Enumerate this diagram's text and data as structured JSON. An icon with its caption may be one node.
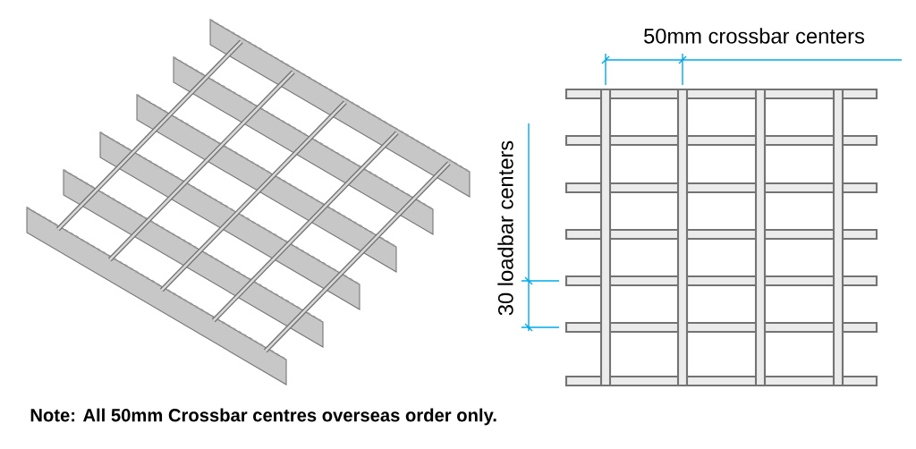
{
  "diagram": {
    "labels": [
      "50mm crossbar centers",
      "30 loadbar centers",
      "Note: All 50mm Crossbar centres overseas order only."
    ]
  }
}
